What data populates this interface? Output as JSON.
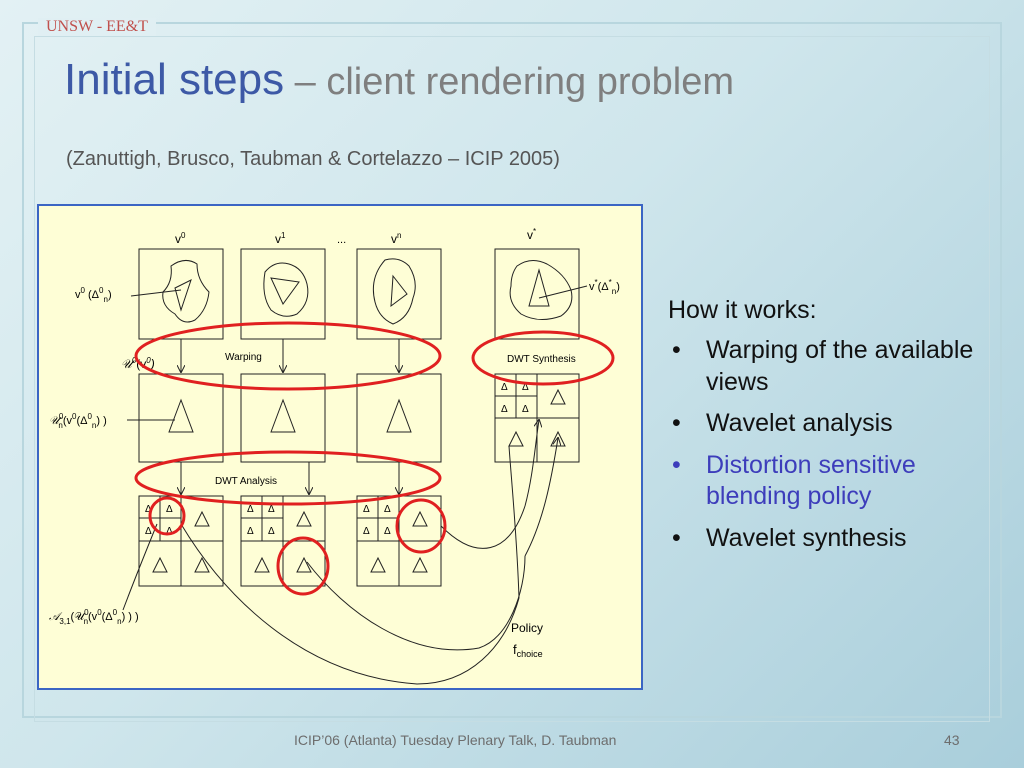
{
  "brand": "UNSW - EE&T",
  "title": {
    "main": "Initial steps",
    "sub": " – client rendering problem"
  },
  "citation": "(Zanuttigh, Brusco, Taubman & Cortelazzo – ICIP 2005)",
  "figure": {
    "views": [
      "v",
      "v",
      "...",
      "v",
      "v"
    ],
    "view_sups": [
      "0",
      "1",
      "",
      "n",
      "*"
    ],
    "view_label": "v",
    "view_label_sup": "0",
    "view_label_arg": "(Δ",
    "view_label_argsup": "0",
    "view_label_argsub": "n",
    "view_label_close": ")",
    "target_label": "v",
    "target_label_sup": "*",
    "target_label_arg": "(Δ",
    "target_label_argsup": "*",
    "target_label_argsub": "n",
    "target_label_close": ")",
    "warp_label": "𝒰",
    "warp_label_sup": "0",
    "warp_label_arg": "(v",
    "warp_label_argsup": "0",
    "warp_label_close": ")",
    "warped_label": "𝒰",
    "warped_label_sup": "0",
    "warped_label_sub": "n",
    "warped_label_arg": "(v",
    "warped_label_argsup": "0",
    "warped_label_arg2": "(Δ",
    "warped_label_arg2sup": "0",
    "warped_label_arg2sub": "n",
    "warped_label_close": ") )",
    "warping": "Warping",
    "dwt_synthesis": "DWT Synthesis",
    "dwt_analysis": "DWT Analysis",
    "subband_label": "𝒜",
    "subband_label_sub": "3,1",
    "subband_label_arg": "(𝒰",
    "subband_label_argsup": "0",
    "subband_label_argsub": "n",
    "subband_label_arg2": "(v",
    "subband_label_arg2sup": "0",
    "subband_label_arg3": "(Δ",
    "subband_label_arg3sup": "0",
    "subband_label_arg3sub": "n",
    "subband_label_close": ") ) )",
    "policy": "Policy",
    "choice": "f",
    "choice_sub": "choice"
  },
  "notes": {
    "heading": "How it works:",
    "bullet": "•",
    "items": [
      "Warping of the available views",
      "Wavelet analysis",
      "Distortion sensitive blending policy",
      "Wavelet synthesis"
    ]
  },
  "footer": {
    "talk": "ICIP’06 (Atlanta) Tuesday Plenary Talk, D. Taubman",
    "page": "43"
  },
  "colors": {
    "title": "#3d59a6",
    "subtitle": "#7f7f7f",
    "accent": "#3d3dbb",
    "brand": "#c0504d",
    "highlight": "#e02020",
    "figure_bg": "#fefed6",
    "figure_border": "#3b65c4"
  }
}
